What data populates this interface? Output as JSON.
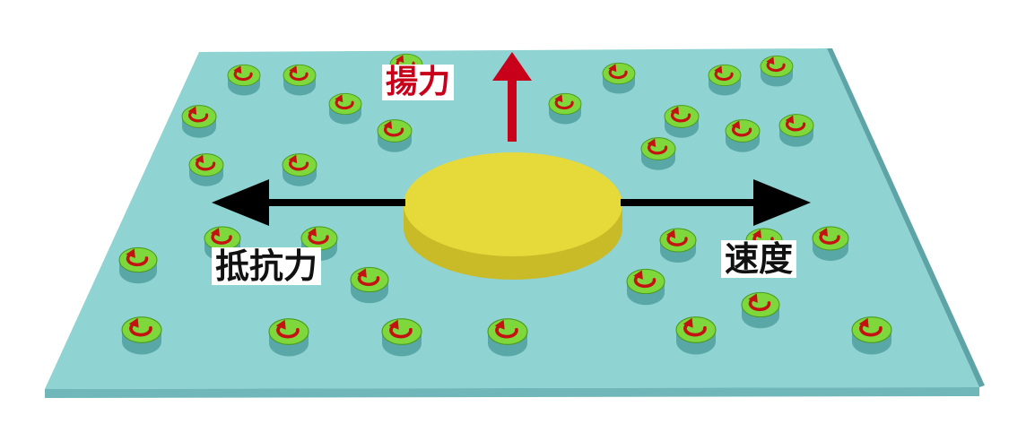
{
  "labels": {
    "lift": "揚力",
    "drag": "抵抗力",
    "velocity": "速度"
  },
  "colors": {
    "plate_top": "#8fd3d3",
    "plate_front": "#6fb7b8",
    "plate_side": "#5ea4a6",
    "disk_top": "#e6d93a",
    "disk_side": "#c9bb28",
    "vortex_fill": "#7ed83c",
    "vortex_arrow": "#c41212",
    "vortex_shadow": "#5aa7a8",
    "lift_arrow": "#c8001a",
    "force_arrow": "#000000"
  },
  "icons": {
    "vortex": "counterclockwise-rotation-icon",
    "disk": "yellow-disk",
    "arrows": [
      "lift-arrow",
      "drag-arrow",
      "velocity-arrow"
    ]
  }
}
